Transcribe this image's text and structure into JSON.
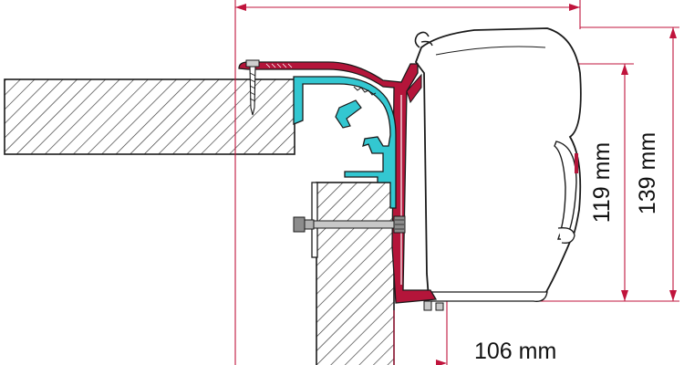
{
  "diagram": {
    "dimensions": {
      "height_inner": "119 mm",
      "height_outer": "139 mm",
      "depth": "106 mm"
    },
    "colors": {
      "dimension_line": "#c0143c",
      "adapter_profile": "#b4153a",
      "rail_profile": "#33c7d1",
      "outline": "#1a1a1a",
      "hatch": "#333333",
      "hardware": "#9a9a9a"
    }
  }
}
